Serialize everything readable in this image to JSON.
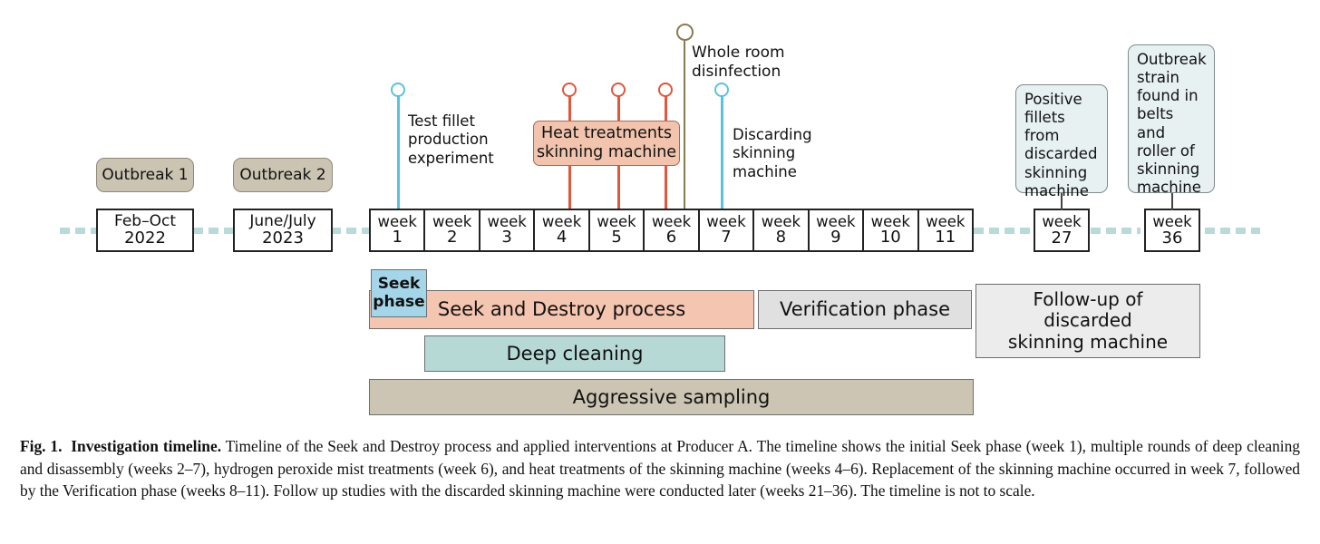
{
  "figure": {
    "axis_color": "#b8dada",
    "eras": [
      {
        "name": "era-feb-oct-2022",
        "line1": "Feb–Oct",
        "line2": "2022"
      },
      {
        "name": "era-june-july-2023",
        "line1": "June/July",
        "line2": "2023"
      }
    ],
    "outbreaks": [
      {
        "label": "Outbreak 1"
      },
      {
        "label": "Outbreak 2"
      }
    ],
    "week_label": "week",
    "weeks_main": [
      "1",
      "2",
      "3",
      "4",
      "5",
      "6",
      "7",
      "8",
      "9",
      "10",
      "11"
    ],
    "weeks_followup": [
      "27",
      "36"
    ],
    "pins": [
      {
        "id": "test-fillet",
        "color": "#5bc1de",
        "label": "Test fillet\nproduction\nexperiment",
        "label_lines": [
          "Test fillet",
          "production",
          "experiment"
        ]
      },
      {
        "id": "heat-treatment-week4",
        "color": "#e2563a",
        "label_lines": []
      },
      {
        "id": "heat-treatment-week5",
        "color": "#e2563a",
        "label_lines": []
      },
      {
        "id": "heat-treatment-week6",
        "color": "#e2563a",
        "label_lines": []
      },
      {
        "id": "whole-room-disinfection",
        "color": "#8a7a52",
        "label_lines": [
          "Whole room",
          "disinfection"
        ]
      },
      {
        "id": "discarding-skinning-machine",
        "color": "#5bc1de",
        "label_lines": [
          "Discarding",
          "skinning",
          "machine"
        ]
      }
    ],
    "heat_chip": {
      "line1": "Heat treatments",
      "line2": "skinning machine",
      "color": "#f2c4ae"
    },
    "callouts": [
      {
        "id": "callout-week-27",
        "lines": [
          "Positive",
          "fillets from",
          "discarded",
          "skinning",
          "machine"
        ]
      },
      {
        "id": "callout-week-36",
        "lines": [
          "Outbreak",
          "strain",
          "found in",
          "belts and",
          "roller of",
          "skinning",
          "machine"
        ]
      }
    ],
    "bars": [
      {
        "id": "seek-phase",
        "lines": [
          "Seek",
          "phase"
        ],
        "color": "#a5d5e8"
      },
      {
        "id": "seek-and-destroy",
        "lines": [
          "Seek and Destroy process"
        ],
        "color": "#f4c5b0"
      },
      {
        "id": "verification-phase",
        "lines": [
          "Verification phase"
        ],
        "color": "#e0e0e0"
      },
      {
        "id": "follow-up",
        "lines": [
          "Follow-up of",
          "discarded",
          "skinning machine"
        ],
        "color": "#ececec"
      },
      {
        "id": "deep-cleaning",
        "lines": [
          "Deep cleaning"
        ],
        "color": "#b6d9d6"
      },
      {
        "id": "aggressive-sampling",
        "lines": [
          "Aggressive sampling"
        ],
        "color": "#cdc5b3"
      }
    ]
  },
  "caption": {
    "label": "Fig. 1.",
    "title": "Investigation timeline.",
    "body": " Timeline of the Seek and Destroy process and applied interventions at Producer A. The timeline shows the initial Seek phase (week 1), multiple rounds of deep cleaning and disassembly (weeks 2–7), hydrogen peroxide mist treatments (week 6), and heat treatments of the skinning machine (weeks 4–6). Replacement of the skinning machine occurred in week 7, followed by the Verification phase (weeks 8–11). Follow up studies with the discarded skinning machine were conducted later (weeks 21–36). The timeline is not to scale."
  }
}
